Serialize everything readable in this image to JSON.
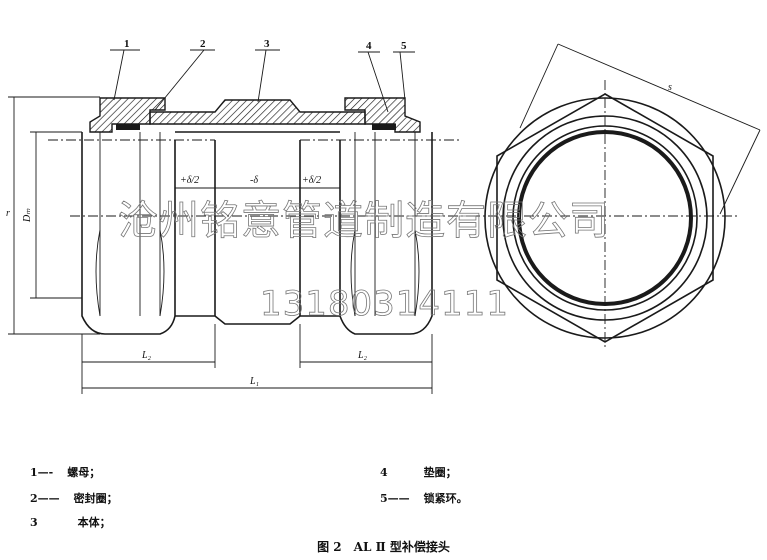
{
  "callouts": [
    "1",
    "2",
    "3",
    "4",
    "5"
  ],
  "dims": {
    "plus_delta_left": "+δ/2",
    "minus_delta": "-δ",
    "plus_delta_right": "+δ/2",
    "L2_left": "L₂",
    "L2_right": "L₂",
    "L1": "L₁",
    "Dw": "Dₘ",
    "r": "r",
    "s": "s"
  },
  "legend": [
    {
      "num": "1",
      "sep": "—-",
      "text": "螺母；"
    },
    {
      "num": "2",
      "sep": "——",
      "text": "密封圈；"
    },
    {
      "num": "3",
      "sep": "",
      "text": "本体；"
    },
    {
      "num": "4",
      "sep": "",
      "text": "垫圈；"
    },
    {
      "num": "5",
      "sep": "——",
      "text": "锁紧环。"
    }
  ],
  "caption": "图 2　AL Ⅱ 型补偿接头",
  "watermark": {
    "company": "沧州铭意管道制造有限公司",
    "phone": "13180314111"
  }
}
